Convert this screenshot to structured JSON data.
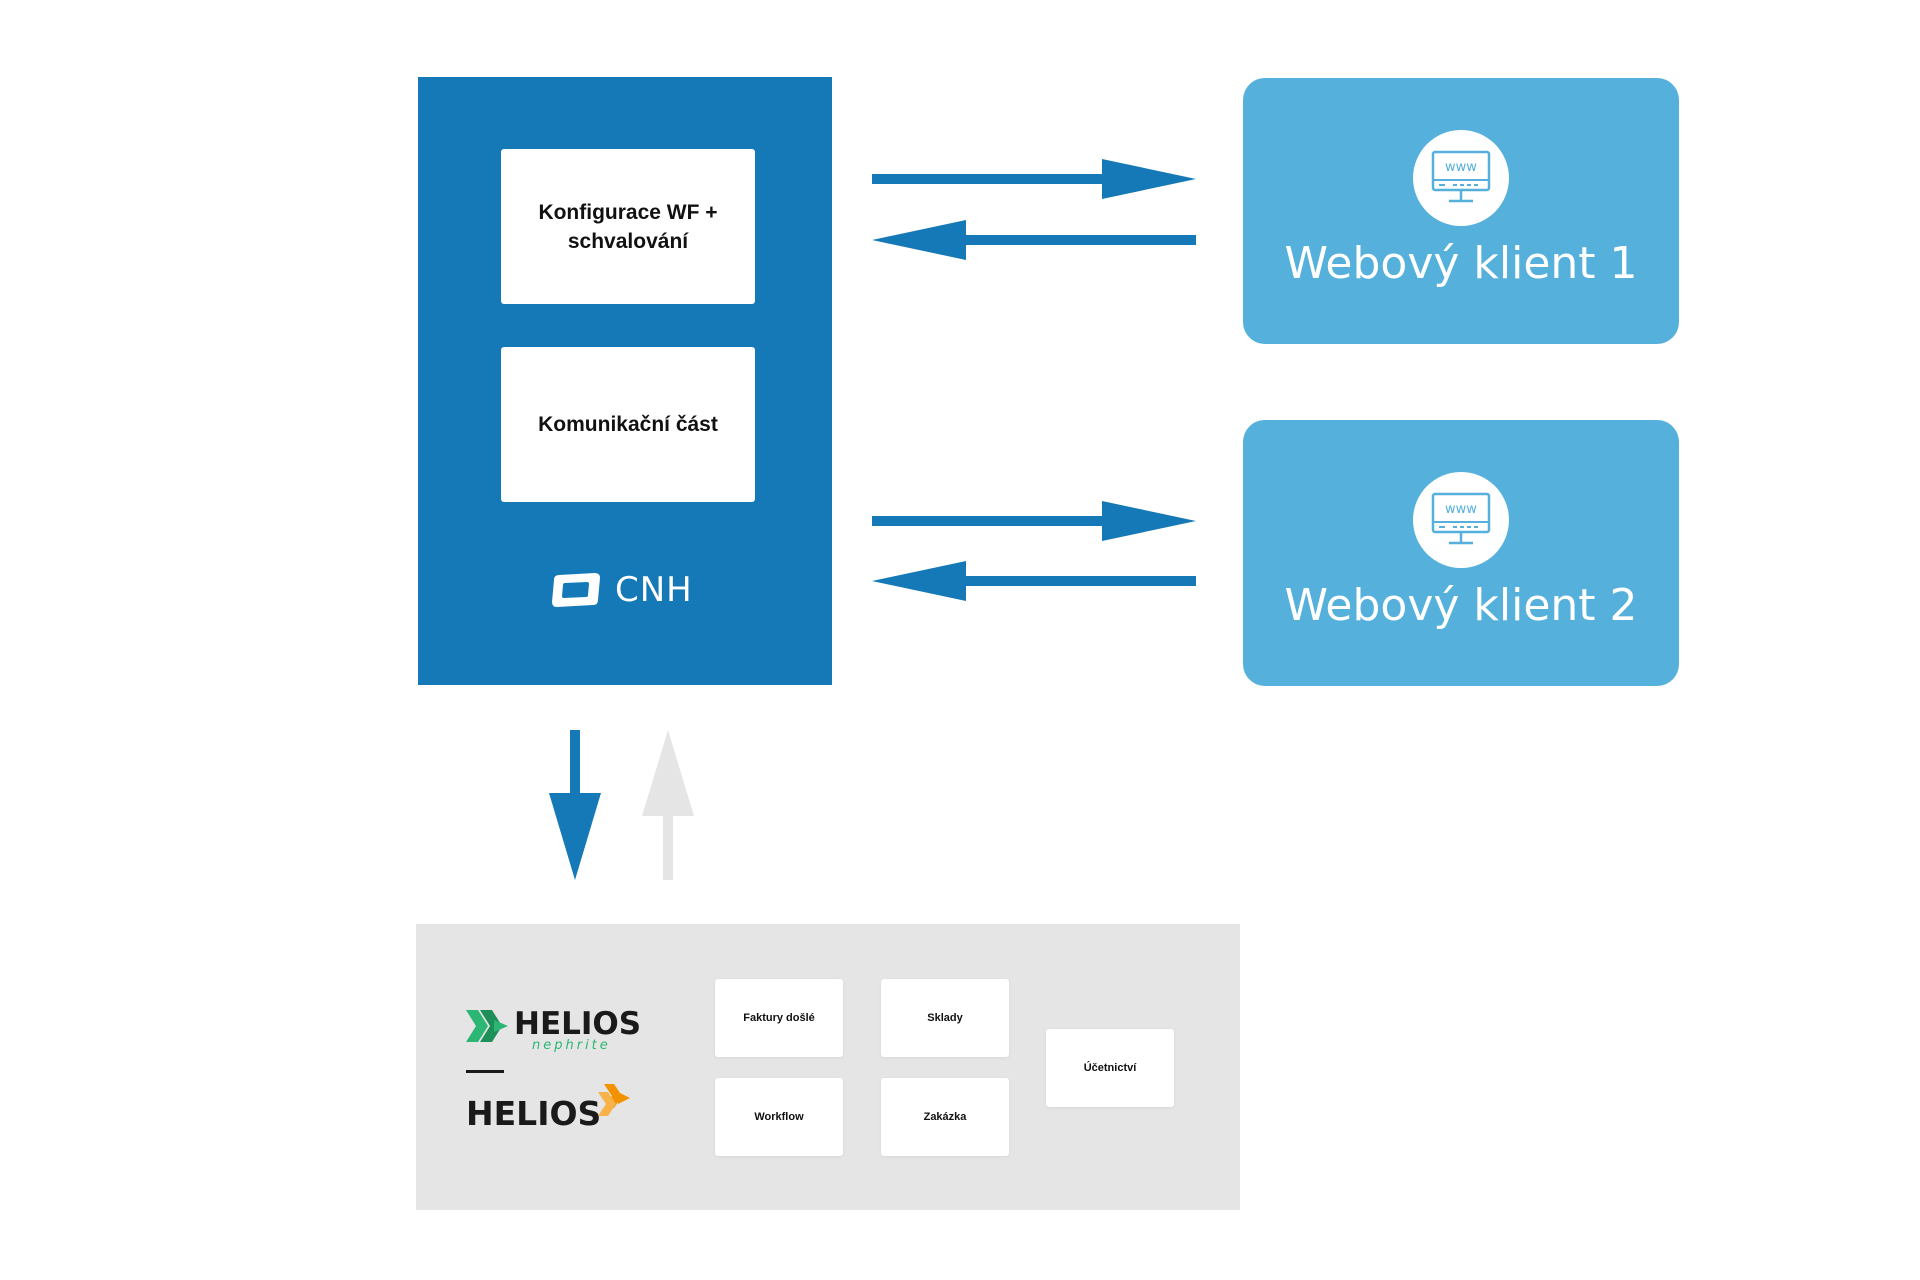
{
  "cnh": {
    "box_config_label": "Konfigurace WF + schvalování",
    "box_comm_label": "Komunikační část",
    "logo_text": "CNH",
    "color": "#1479b6"
  },
  "clients": [
    {
      "label": "Webový klient 1",
      "icon": "www-monitor-icon",
      "icon_text": "www"
    },
    {
      "label": "Webový klient 2",
      "icon": "www-monitor-icon",
      "icon_text": "www"
    }
  ],
  "helios": {
    "logo_nephrite_word": "HELIOS",
    "logo_nephrite_sub": "nephrite",
    "logo_word": "HELIOS",
    "modules": {
      "faktury": "Faktury došlé",
      "sklady": "Sklady",
      "ucetnictvi": "Účetnictví",
      "workflow": "Workflow",
      "zakazka": "Zakázka"
    }
  },
  "colors": {
    "arrow_blue": "#1479b6",
    "arrow_grey": "#e5e5e5",
    "client_blue": "#55b0db",
    "helios_green": "#2bb673",
    "helios_orange": "#f39200"
  }
}
